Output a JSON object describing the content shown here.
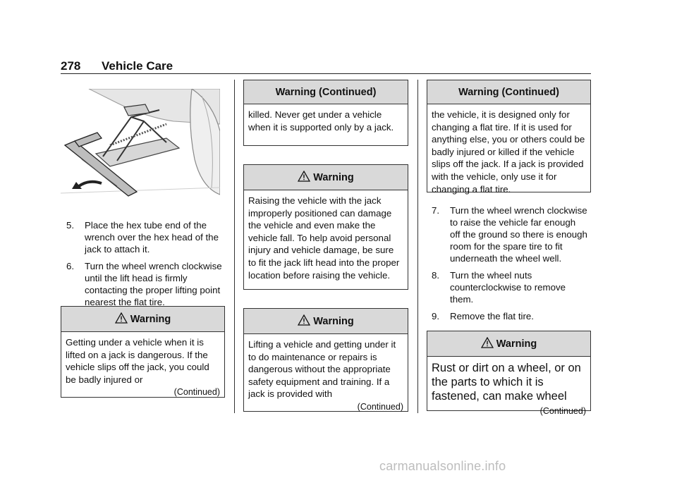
{
  "header": {
    "page_number": "278",
    "section": "Vehicle Care"
  },
  "column1": {
    "steps": [
      {
        "num": "5.",
        "text": "Place the hex tube end of the wrench over the hex head of the jack to attach it."
      },
      {
        "num": "6.",
        "text": "Turn the wheel wrench clockwise until the lift head is firmly contacting the proper lifting point nearest the flat tire."
      }
    ],
    "warning": {
      "title": "Warning",
      "body": "Getting under a vehicle when it is lifted on a jack is dangerous. If the vehicle slips off the jack, you could be badly injured or",
      "continued": "(Continued)"
    }
  },
  "column2": {
    "warning_continued": {
      "title": "Warning  (Continued)",
      "body": "killed. Never get under a vehicle when it is supported only by a jack."
    },
    "warning_raising": {
      "title": "Warning",
      "body": "Raising the vehicle with the jack improperly positioned can damage the vehicle and even make the vehicle fall. To help avoid personal injury and vehicle damage, be sure to fit the jack lift head into the proper location before raising the vehicle."
    },
    "warning_lifting": {
      "title": "Warning",
      "body": "Lifting a vehicle and getting under it to do maintenance or repairs is dangerous without the appropriate safety equipment and training. If a jack is provided with",
      "continued": "(Continued)"
    }
  },
  "column3": {
    "warning_continued": {
      "title": "Warning  (Continued)",
      "body": "the vehicle, it is designed only for changing a flat tire. If it is used for anything else, you or others could be badly injured or killed if the vehicle slips off the jack. If a jack is provided with the vehicle, only use it for changing a flat tire."
    },
    "steps": [
      {
        "num": "7.",
        "text": "Turn the wheel wrench clockwise to raise the vehicle far enough off the ground so there is enough room for the spare tire to fit underneath the wheel well."
      },
      {
        "num": "8.",
        "text": "Turn the wheel nuts counterclockwise to remove them."
      },
      {
        "num": "9.",
        "text": "Remove the flat tire."
      }
    ],
    "warning_rust": {
      "title": "Warning",
      "body": "Rust or dirt on a wheel, or on the parts to which it is fastened, can make wheel",
      "continued": "(Continued)"
    }
  },
  "watermark": "carmanualsonline.info",
  "icons": {
    "warning": "warning-triangle-icon",
    "rotation": "clockwise-arrow-icon"
  }
}
